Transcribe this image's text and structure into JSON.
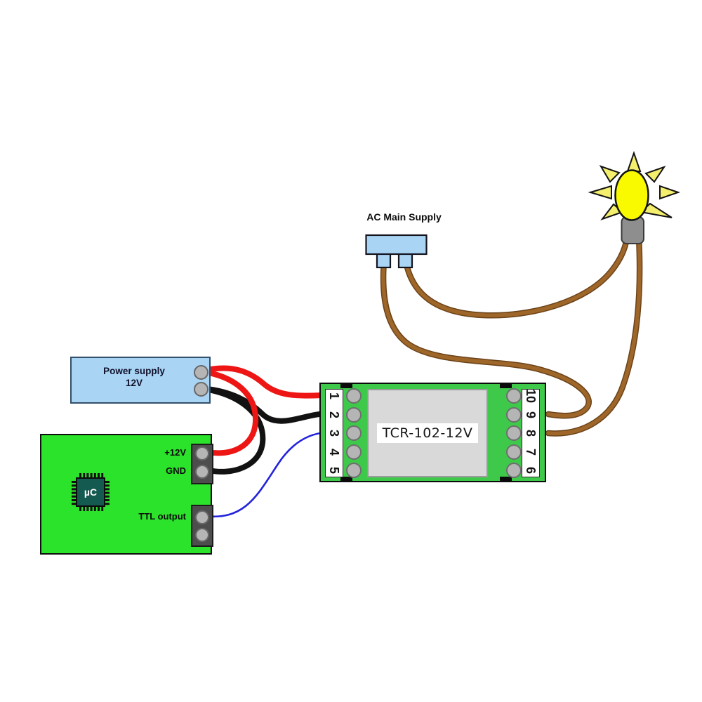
{
  "diagram": {
    "kind": "relay wiring diagram"
  },
  "ac_supply": {
    "label": "AC Main Supply"
  },
  "power_supply": {
    "line1": "Power supply",
    "line2": "12V"
  },
  "mcu_board": {
    "chip_label": "µC",
    "pin_12v": "+12V",
    "pin_gnd": "GND",
    "pin_ttl": "TTL output"
  },
  "relay": {
    "model": "TCR-102-12V",
    "left_pins": [
      "1",
      "2",
      "3",
      "4",
      "5"
    ],
    "right_pins": [
      "10",
      "9",
      "8",
      "7",
      "6"
    ]
  },
  "connections": [
    {
      "from": "power supply terminal 1",
      "to": "relay pin 1",
      "color": "red"
    },
    {
      "from": "power supply terminal 1",
      "to": "mcu +12V",
      "color": "red"
    },
    {
      "from": "power supply terminal 2",
      "to": "relay pin 2",
      "color": "black"
    },
    {
      "from": "power supply terminal 2",
      "to": "mcu GND",
      "color": "black"
    },
    {
      "from": "mcu TTL output",
      "to": "relay pin 3",
      "color": "blue"
    },
    {
      "from": "AC main supply plug",
      "to": "relay pin 9",
      "color": "brown"
    },
    {
      "from": "AC main supply plug",
      "to": "light bulb",
      "color": "brown"
    },
    {
      "from": "light bulb",
      "to": "relay pin 8",
      "color": "brown"
    }
  ],
  "colors": {
    "wire_red": "#ee1515",
    "wire_black": "#121212",
    "wire_blue": "#2323dc",
    "wire_brown": "#9e6729",
    "wire_brown_edge": "#6b4219",
    "mcu_green": "#2ce32c",
    "relay_green": "#3ec94a",
    "supply_blue": "#a9d4f4",
    "bulb_yellow": "#f9f900",
    "ray_yellow": "#f5ef6e",
    "bulb_base_gray": "#8e8e8e",
    "terminal_gray": "#b5b5b5"
  }
}
